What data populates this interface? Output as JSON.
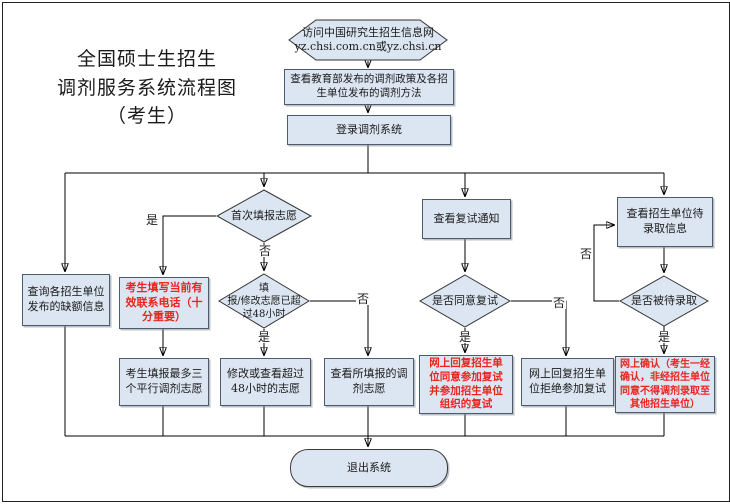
{
  "title": {
    "lines": [
      "全国硕士生招生",
      "调剂服务系统流程图",
      "（考生）"
    ]
  },
  "colors": {
    "node_fill": "#dce6f2",
    "node_border": "#4d5c6b",
    "connector": "#000000",
    "red_text": "#e8251e",
    "text": "#1a1a1a",
    "background": "#ffffff"
  },
  "nodes": {
    "visit_site": {
      "lines": [
        "访问中国研究生招生信息网",
        "yz.chsi.com.cn或yz.chsi.cn"
      ]
    },
    "view_policy": {
      "lines": [
        "查看教育部发布的调剂政策及各招",
        "生单位发布的调剂方法"
      ]
    },
    "login": {
      "lines": [
        "登录调剂系统"
      ]
    },
    "query_vacancy": {
      "lines": [
        "查询各招生单位",
        "发布的缺额信息"
      ]
    },
    "fill_phone": {
      "lines": [
        "考生填写当前有",
        "效联系电话（十",
        "分重要）"
      ]
    },
    "first_time": {
      "lines": [
        "首次填报志愿"
      ]
    },
    "over_48h": {
      "lines": [
        "填",
        "报/修改志愿已超",
        "过48小时"
      ]
    },
    "fill_three": {
      "lines": [
        "考生填报最多三",
        "个平行调剂志愿"
      ]
    },
    "modify_48h": {
      "lines": [
        "修改或查看超过",
        "48小时的志愿"
      ]
    },
    "view_filled": {
      "lines": [
        "查看所填报的调",
        "剂志愿"
      ]
    },
    "view_retest_notice": {
      "lines": [
        "查看复试通知"
      ]
    },
    "agree_retest": {
      "lines": [
        "是否同意复试"
      ]
    },
    "reply_agree": {
      "lines": [
        "网上回复招生单",
        "位同意参加复试",
        "并参加招生单位",
        "组织的复试"
      ]
    },
    "reply_refuse": {
      "lines": [
        "网上回复招生单",
        "位拒绝参加复试"
      ]
    },
    "view_pending": {
      "lines": [
        "查看招生单位待",
        "录取信息"
      ]
    },
    "is_pending": {
      "lines": [
        "是否被待录取"
      ]
    },
    "confirm_online": {
      "lines": [
        "网上确认（考生一经",
        "确认，非经招生单位",
        "同意不得调剂录取至",
        "其他招生单位）"
      ]
    },
    "exit": {
      "lines": [
        "退出系统"
      ]
    }
  },
  "edge_labels": {
    "yes": "是",
    "no": "否"
  }
}
